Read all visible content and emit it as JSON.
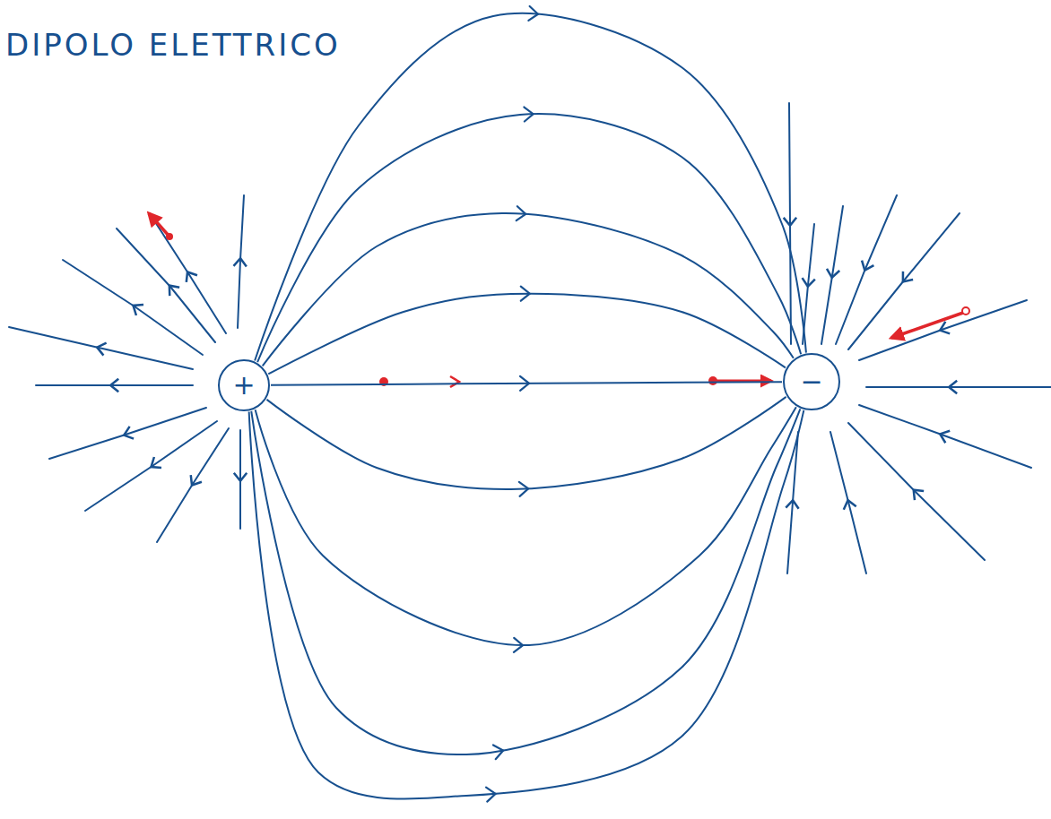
{
  "diagram": {
    "title": "DIPOLO ELETTRICO",
    "nodes": [
      {
        "text": [
          "+"
        ]
      },
      {
        "text": [
          "−"
        ]
      }
    ],
    "edges": [
      {
        "from": 0,
        "to": 1,
        "arrow": "to"
      },
      {
        "from": 0,
        "to": 1,
        "arrow": "to"
      },
      {
        "from": 0,
        "to": 1,
        "arrow": "to"
      },
      {
        "from": 0,
        "to": 1,
        "arrow": "to"
      },
      {
        "from": 0,
        "to": 1,
        "arrow": "to"
      },
      {
        "from": 0,
        "to": 1,
        "arrow": "to"
      },
      {
        "from": 0,
        "to": 1,
        "arrow": "to"
      },
      {
        "from": 0,
        "to": 1,
        "arrow": "to"
      },
      {
        "from": 0,
        "to": 1,
        "arrow": "to"
      }
    ]
  }
}
